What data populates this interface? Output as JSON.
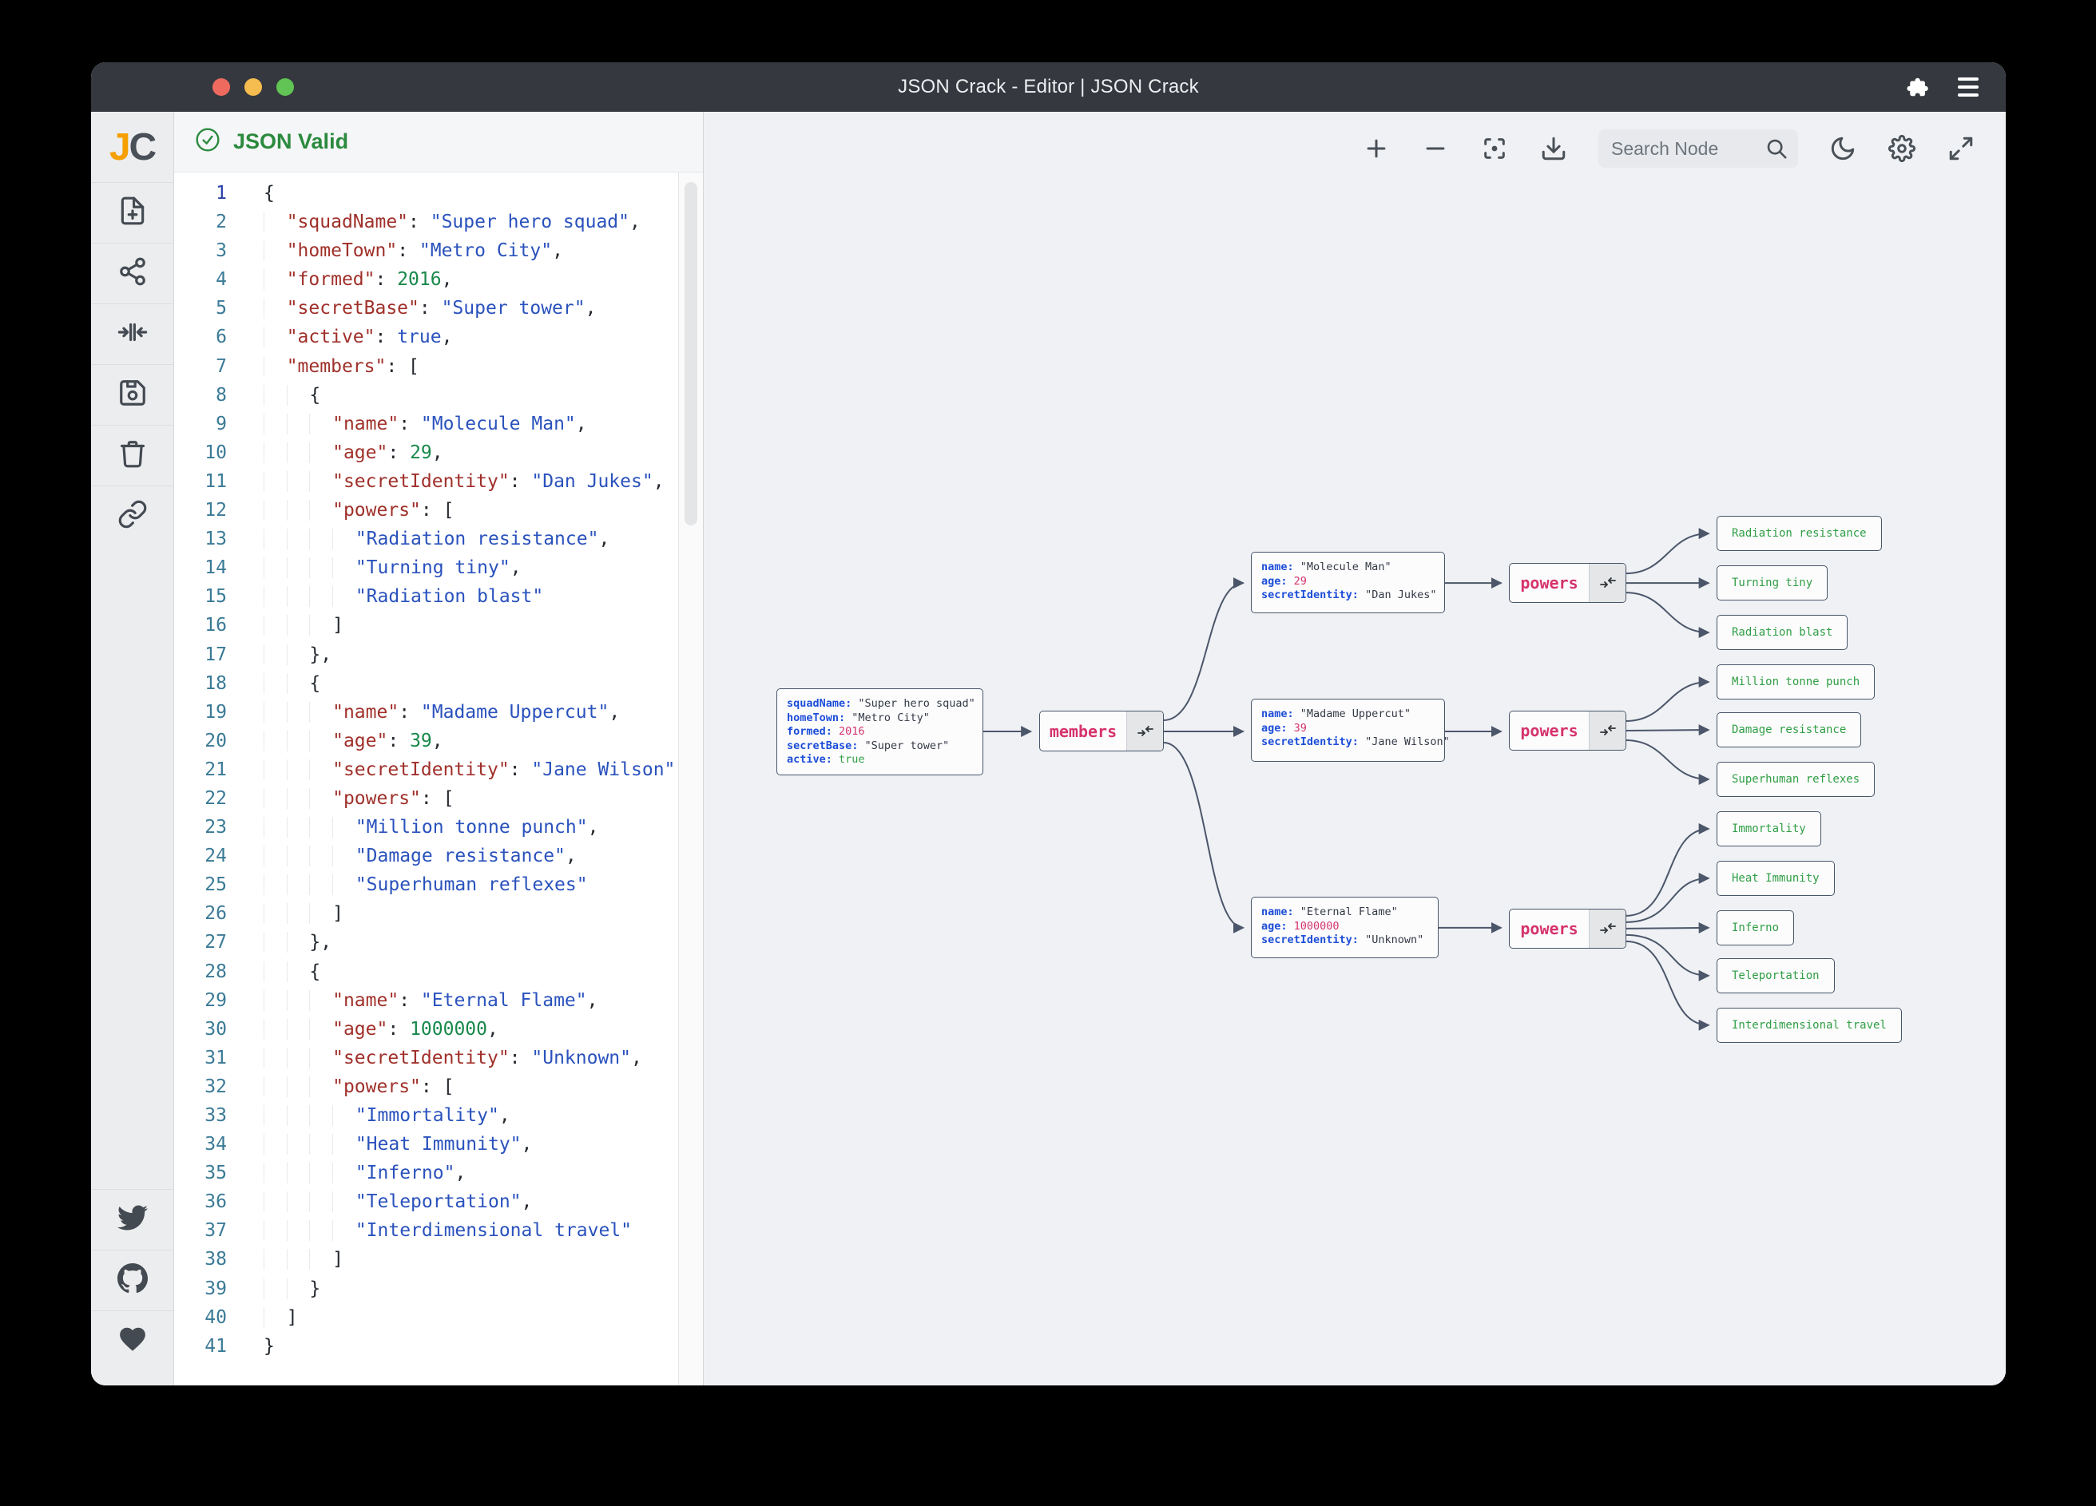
{
  "window": {
    "title": "JSON Crack - Editor | JSON Crack"
  },
  "titlebar_icons": [
    "close",
    "minimize",
    "zoom",
    "extensions-puzzle",
    "menu"
  ],
  "sidebar": {
    "logo_j": "J",
    "logo_c": "C",
    "tools": [
      "new-document",
      "graph-view",
      "collapse-width",
      "save",
      "delete",
      "share-link"
    ],
    "social": [
      "twitter",
      "github",
      "sponsor-heart"
    ]
  },
  "validation": {
    "status_label": "JSON Valid"
  },
  "toolbar": {
    "icons": [
      "zoom-in",
      "zoom-out",
      "focus-center",
      "download",
      "dark-mode-moon",
      "settings-gear",
      "fullscreen"
    ],
    "search_placeholder": "Search Node"
  },
  "palette": {
    "titlebar_bg": "#35393f",
    "sidebar_bg": "#ecedef",
    "graph_bg": "#eff1f4",
    "valid_green": "#2b8a3e",
    "editor_key_red": "#a0302a",
    "editor_string_blue": "#2a52bd",
    "editor_number_green": "#18884a",
    "line_number_teal": "#3a7a96",
    "node_key_blue": "#1d4ed8",
    "node_number_pink": "#d6336c",
    "node_bool_green": "#2f9e44",
    "leaf_text_green": "#2f9e44",
    "label_pink": "#d6336c",
    "edge_slate": "#4c566a",
    "logo_orange": "#f59f00"
  },
  "editor": {
    "lines": [
      [
        [
          "punct",
          "{"
        ]
      ],
      [
        [
          "ind",
          "  "
        ],
        [
          "key",
          "\"squadName\""
        ],
        [
          "punct",
          ": "
        ],
        [
          "str",
          "\"Super hero squad\""
        ],
        [
          "punct",
          ","
        ]
      ],
      [
        [
          "ind",
          "  "
        ],
        [
          "key",
          "\"homeTown\""
        ],
        [
          "punct",
          ": "
        ],
        [
          "str",
          "\"Metro City\""
        ],
        [
          "punct",
          ","
        ]
      ],
      [
        [
          "ind",
          "  "
        ],
        [
          "key",
          "\"formed\""
        ],
        [
          "punct",
          ": "
        ],
        [
          "num",
          "2016"
        ],
        [
          "punct",
          ","
        ]
      ],
      [
        [
          "ind",
          "  "
        ],
        [
          "key",
          "\"secretBase\""
        ],
        [
          "punct",
          ": "
        ],
        [
          "str",
          "\"Super tower\""
        ],
        [
          "punct",
          ","
        ]
      ],
      [
        [
          "ind",
          "  "
        ],
        [
          "key",
          "\"active\""
        ],
        [
          "punct",
          ": "
        ],
        [
          "bool",
          "true"
        ],
        [
          "punct",
          ","
        ]
      ],
      [
        [
          "ind",
          "  "
        ],
        [
          "key",
          "\"members\""
        ],
        [
          "punct",
          ": ["
        ]
      ],
      [
        [
          "ind",
          "  "
        ],
        [
          "ind",
          "  "
        ],
        [
          "punct",
          "{"
        ]
      ],
      [
        [
          "ind",
          "  "
        ],
        [
          "ind",
          "  "
        ],
        [
          "ind",
          "  "
        ],
        [
          "key",
          "\"name\""
        ],
        [
          "punct",
          ": "
        ],
        [
          "str",
          "\"Molecule Man\""
        ],
        [
          "punct",
          ","
        ]
      ],
      [
        [
          "ind",
          "  "
        ],
        [
          "ind",
          "  "
        ],
        [
          "ind",
          "  "
        ],
        [
          "key",
          "\"age\""
        ],
        [
          "punct",
          ": "
        ],
        [
          "num",
          "29"
        ],
        [
          "punct",
          ","
        ]
      ],
      [
        [
          "ind",
          "  "
        ],
        [
          "ind",
          "  "
        ],
        [
          "ind",
          "  "
        ],
        [
          "key",
          "\"secretIdentity\""
        ],
        [
          "punct",
          ": "
        ],
        [
          "str",
          "\"Dan Jukes\""
        ],
        [
          "punct",
          ","
        ]
      ],
      [
        [
          "ind",
          "  "
        ],
        [
          "ind",
          "  "
        ],
        [
          "ind",
          "  "
        ],
        [
          "key",
          "\"powers\""
        ],
        [
          "punct",
          ": ["
        ]
      ],
      [
        [
          "ind",
          "  "
        ],
        [
          "ind",
          "  "
        ],
        [
          "ind",
          "  "
        ],
        [
          "ind",
          "  "
        ],
        [
          "str",
          "\"Radiation resistance\""
        ],
        [
          "punct",
          ","
        ]
      ],
      [
        [
          "ind",
          "  "
        ],
        [
          "ind",
          "  "
        ],
        [
          "ind",
          "  "
        ],
        [
          "ind",
          "  "
        ],
        [
          "str",
          "\"Turning tiny\""
        ],
        [
          "punct",
          ","
        ]
      ],
      [
        [
          "ind",
          "  "
        ],
        [
          "ind",
          "  "
        ],
        [
          "ind",
          "  "
        ],
        [
          "ind",
          "  "
        ],
        [
          "str",
          "\"Radiation blast\""
        ]
      ],
      [
        [
          "ind",
          "  "
        ],
        [
          "ind",
          "  "
        ],
        [
          "ind",
          "  "
        ],
        [
          "punct",
          "]"
        ]
      ],
      [
        [
          "ind",
          "  "
        ],
        [
          "ind",
          "  "
        ],
        [
          "punct",
          "},"
        ]
      ],
      [
        [
          "ind",
          "  "
        ],
        [
          "ind",
          "  "
        ],
        [
          "punct",
          "{"
        ]
      ],
      [
        [
          "ind",
          "  "
        ],
        [
          "ind",
          "  "
        ],
        [
          "ind",
          "  "
        ],
        [
          "key",
          "\"name\""
        ],
        [
          "punct",
          ": "
        ],
        [
          "str",
          "\"Madame Uppercut\""
        ],
        [
          "punct",
          ","
        ]
      ],
      [
        [
          "ind",
          "  "
        ],
        [
          "ind",
          "  "
        ],
        [
          "ind",
          "  "
        ],
        [
          "key",
          "\"age\""
        ],
        [
          "punct",
          ": "
        ],
        [
          "num",
          "39"
        ],
        [
          "punct",
          ","
        ]
      ],
      [
        [
          "ind",
          "  "
        ],
        [
          "ind",
          "  "
        ],
        [
          "ind",
          "  "
        ],
        [
          "key",
          "\"secretIdentity\""
        ],
        [
          "punct",
          ": "
        ],
        [
          "str",
          "\"Jane Wilson\""
        ],
        [
          "punct",
          ","
        ]
      ],
      [
        [
          "ind",
          "  "
        ],
        [
          "ind",
          "  "
        ],
        [
          "ind",
          "  "
        ],
        [
          "key",
          "\"powers\""
        ],
        [
          "punct",
          ": ["
        ]
      ],
      [
        [
          "ind",
          "  "
        ],
        [
          "ind",
          "  "
        ],
        [
          "ind",
          "  "
        ],
        [
          "ind",
          "  "
        ],
        [
          "str",
          "\"Million tonne punch\""
        ],
        [
          "punct",
          ","
        ]
      ],
      [
        [
          "ind",
          "  "
        ],
        [
          "ind",
          "  "
        ],
        [
          "ind",
          "  "
        ],
        [
          "ind",
          "  "
        ],
        [
          "str",
          "\"Damage resistance\""
        ],
        [
          "punct",
          ","
        ]
      ],
      [
        [
          "ind",
          "  "
        ],
        [
          "ind",
          "  "
        ],
        [
          "ind",
          "  "
        ],
        [
          "ind",
          "  "
        ],
        [
          "str",
          "\"Superhuman reflexes\""
        ]
      ],
      [
        [
          "ind",
          "  "
        ],
        [
          "ind",
          "  "
        ],
        [
          "ind",
          "  "
        ],
        [
          "punct",
          "]"
        ]
      ],
      [
        [
          "ind",
          "  "
        ],
        [
          "ind",
          "  "
        ],
        [
          "punct",
          "},"
        ]
      ],
      [
        [
          "ind",
          "  "
        ],
        [
          "ind",
          "  "
        ],
        [
          "punct",
          "{"
        ]
      ],
      [
        [
          "ind",
          "  "
        ],
        [
          "ind",
          "  "
        ],
        [
          "ind",
          "  "
        ],
        [
          "key",
          "\"name\""
        ],
        [
          "punct",
          ": "
        ],
        [
          "str",
          "\"Eternal Flame\""
        ],
        [
          "punct",
          ","
        ]
      ],
      [
        [
          "ind",
          "  "
        ],
        [
          "ind",
          "  "
        ],
        [
          "ind",
          "  "
        ],
        [
          "key",
          "\"age\""
        ],
        [
          "punct",
          ": "
        ],
        [
          "num",
          "1000000"
        ],
        [
          "punct",
          ","
        ]
      ],
      [
        [
          "ind",
          "  "
        ],
        [
          "ind",
          "  "
        ],
        [
          "ind",
          "  "
        ],
        [
          "key",
          "\"secretIdentity\""
        ],
        [
          "punct",
          ": "
        ],
        [
          "str",
          "\"Unknown\""
        ],
        [
          "punct",
          ","
        ]
      ],
      [
        [
          "ind",
          "  "
        ],
        [
          "ind",
          "  "
        ],
        [
          "ind",
          "  "
        ],
        [
          "key",
          "\"powers\""
        ],
        [
          "punct",
          ": ["
        ]
      ],
      [
        [
          "ind",
          "  "
        ],
        [
          "ind",
          "  "
        ],
        [
          "ind",
          "  "
        ],
        [
          "ind",
          "  "
        ],
        [
          "str",
          "\"Immortality\""
        ],
        [
          "punct",
          ","
        ]
      ],
      [
        [
          "ind",
          "  "
        ],
        [
          "ind",
          "  "
        ],
        [
          "ind",
          "  "
        ],
        [
          "ind",
          "  "
        ],
        [
          "str",
          "\"Heat Immunity\""
        ],
        [
          "punct",
          ","
        ]
      ],
      [
        [
          "ind",
          "  "
        ],
        [
          "ind",
          "  "
        ],
        [
          "ind",
          "  "
        ],
        [
          "ind",
          "  "
        ],
        [
          "str",
          "\"Inferno\""
        ],
        [
          "punct",
          ","
        ]
      ],
      [
        [
          "ind",
          "  "
        ],
        [
          "ind",
          "  "
        ],
        [
          "ind",
          "  "
        ],
        [
          "ind",
          "  "
        ],
        [
          "str",
          "\"Teleportation\""
        ],
        [
          "punct",
          ","
        ]
      ],
      [
        [
          "ind",
          "  "
        ],
        [
          "ind",
          "  "
        ],
        [
          "ind",
          "  "
        ],
        [
          "ind",
          "  "
        ],
        [
          "str",
          "\"Interdimensional travel\""
        ]
      ],
      [
        [
          "ind",
          "  "
        ],
        [
          "ind",
          "  "
        ],
        [
          "ind",
          "  "
        ],
        [
          "punct",
          "]"
        ]
      ],
      [
        [
          "ind",
          "  "
        ],
        [
          "ind",
          "  "
        ],
        [
          "punct",
          "}"
        ]
      ],
      [
        [
          "ind",
          "  "
        ],
        [
          "punct",
          "]"
        ]
      ],
      [
        [
          "punct",
          "}"
        ]
      ]
    ]
  },
  "graph": {
    "colon": ": ",
    "members_label": "members",
    "powers_label": "powers",
    "root": {
      "rows": [
        {
          "key": "squadName",
          "value": "\"Super hero squad\""
        },
        {
          "key": "homeTown",
          "value": "\"Metro City\""
        },
        {
          "key": "formed",
          "value": "2016"
        },
        {
          "key": "secretBase",
          "value": "\"Super tower\""
        },
        {
          "key": "active",
          "value": "true"
        }
      ]
    },
    "members": [
      {
        "rows": [
          {
            "key": "name",
            "value": "\"Molecule Man\""
          },
          {
            "key": "age",
            "value": "29"
          },
          {
            "key": "secretIdentity",
            "value": "\"Dan Jukes\""
          }
        ]
      },
      {
        "rows": [
          {
            "key": "name",
            "value": "\"Madame Uppercut\""
          },
          {
            "key": "age",
            "value": "39"
          },
          {
            "key": "secretIdentity",
            "value": "\"Jane Wilson\""
          }
        ]
      },
      {
        "rows": [
          {
            "key": "name",
            "value": "\"Eternal Flame\""
          },
          {
            "key": "age",
            "value": "1000000"
          },
          {
            "key": "secretIdentity",
            "value": "\"Unknown\""
          }
        ]
      }
    ],
    "leaves": [
      "Radiation resistance",
      "Turning tiny",
      "Radiation blast",
      "Million tonne punch",
      "Damage resistance",
      "Superhuman reflexes",
      "Immortality",
      "Heat Immunity",
      "Inferno",
      "Teleportation",
      "Interdimensional travel"
    ]
  }
}
